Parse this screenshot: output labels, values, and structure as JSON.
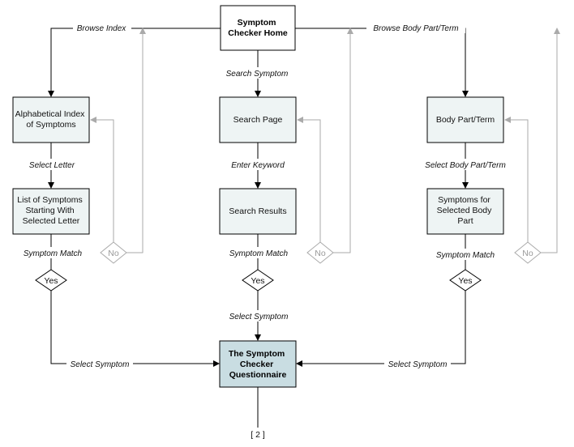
{
  "nodes": {
    "home": [
      "Symptom",
      "Checker Home"
    ],
    "alpha_index": [
      "Alphabetical Index",
      "of Symptoms"
    ],
    "list_symptoms": [
      "List of Symptoms",
      "Starting With",
      "Selected Letter"
    ],
    "search_page": [
      "Search Page"
    ],
    "search_results": [
      "Search Results"
    ],
    "body_part": [
      "Body Part/Term"
    ],
    "symptoms_body": [
      "Symptoms for",
      "Selected Body",
      "Part"
    ],
    "questionnaire": [
      "The Symptom",
      "Checker",
      "Questionnaire"
    ]
  },
  "edge_labels": {
    "browse_index": "Browse Index",
    "search_symptom": "Search Symptom",
    "browse_body": "Browse Body Part/Term",
    "select_letter": "Select Letter",
    "enter_keyword": "Enter Keyword",
    "select_body": "Select Body Part/Term",
    "symptom_match_1": "Symptom Match",
    "symptom_match_2": "Symptom Match",
    "symptom_match_3": "Symptom Match",
    "select_symptom_left": "Select Symptom",
    "select_symptom_center": "Select Symptom",
    "select_symptom_right": "Select Symptom"
  },
  "decisions": {
    "no": "No",
    "yes": "Yes"
  },
  "page_ref": "[ 2 ]",
  "colors": {
    "box_fill": "#eef4f4",
    "questionnaire_fill": "#c9dde2",
    "line": "#000000",
    "no_path": "#aaaaaa"
  }
}
